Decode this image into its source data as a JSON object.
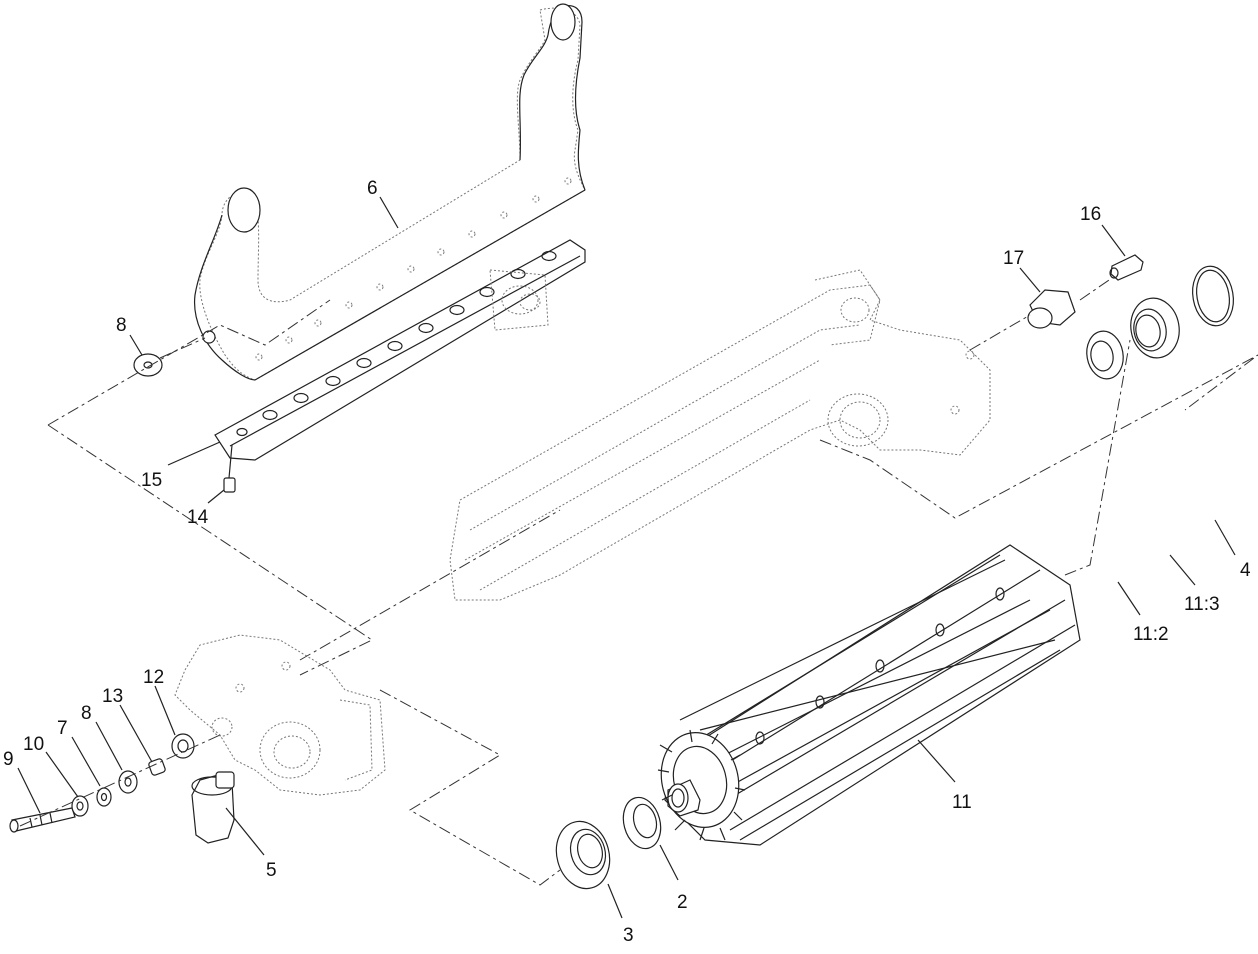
{
  "callouts": [
    {
      "id": "6",
      "label": "6"
    },
    {
      "id": "8a",
      "label": "8"
    },
    {
      "id": "15",
      "label": "15"
    },
    {
      "id": "14",
      "label": "14"
    },
    {
      "id": "17",
      "label": "17"
    },
    {
      "id": "16",
      "label": "16"
    },
    {
      "id": "4",
      "label": "4"
    },
    {
      "id": "11-3",
      "label": "11:3"
    },
    {
      "id": "11-2",
      "label": "11:2"
    },
    {
      "id": "12",
      "label": "12"
    },
    {
      "id": "13",
      "label": "13"
    },
    {
      "id": "8b",
      "label": "8"
    },
    {
      "id": "7",
      "label": "7"
    },
    {
      "id": "10",
      "label": "10"
    },
    {
      "id": "9",
      "label": "9"
    },
    {
      "id": "5",
      "label": "5"
    },
    {
      "id": "11",
      "label": "11"
    },
    {
      "id": "2",
      "label": "2"
    },
    {
      "id": "3",
      "label": "3"
    }
  ]
}
